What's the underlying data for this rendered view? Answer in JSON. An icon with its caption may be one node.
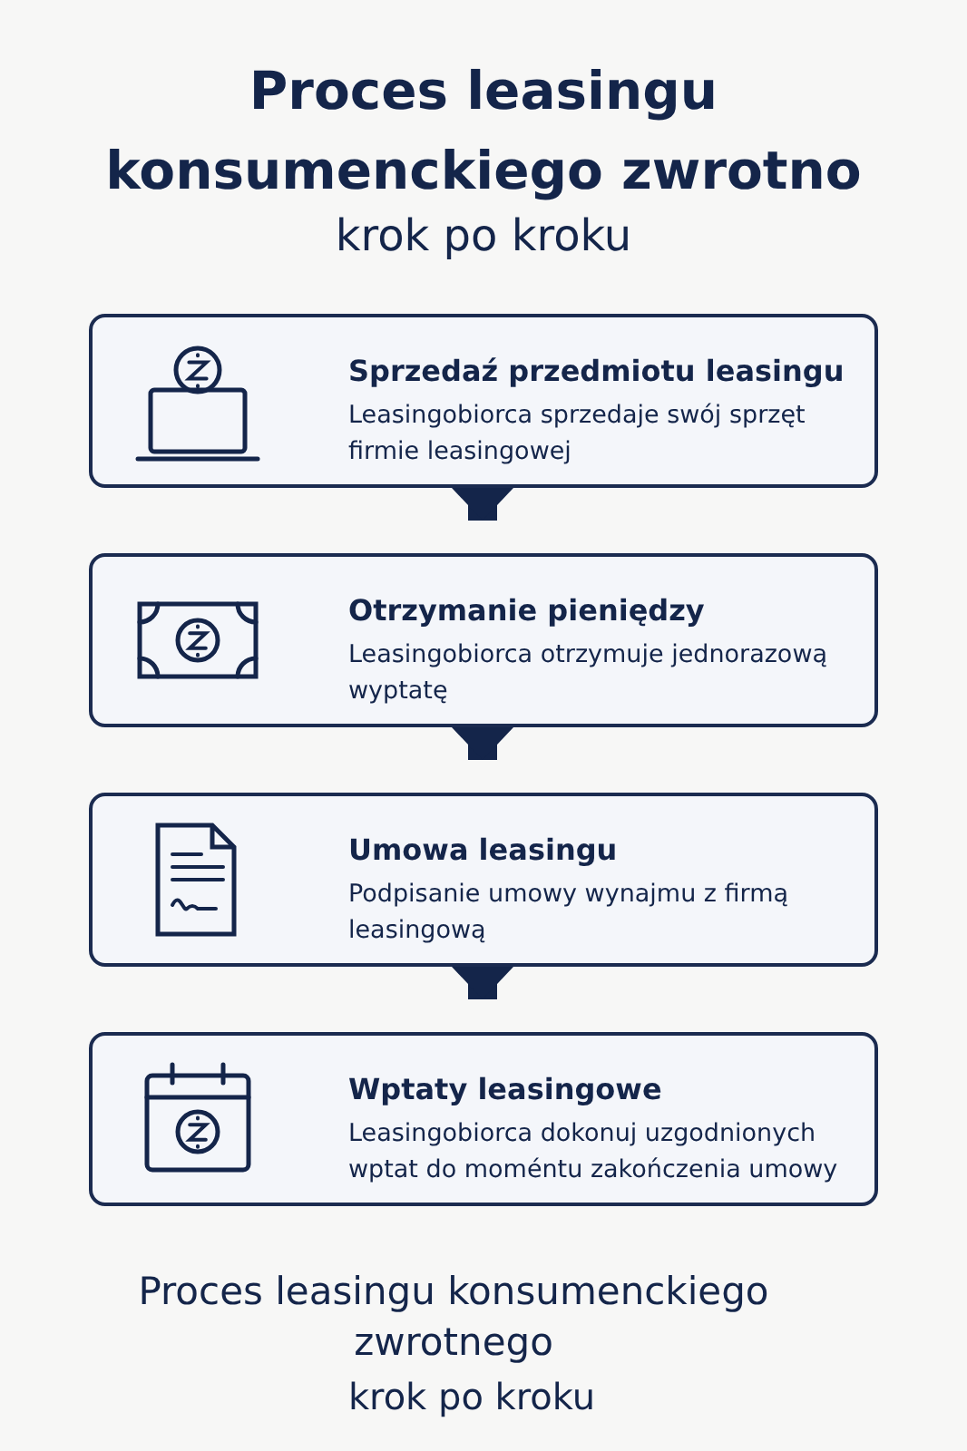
{
  "diagram": {
    "title": "Proces leasingu konsumenckiego zwrotno",
    "nodes": [
      {
        "text": [
          "Sprzedaź przedmiotu leasingu",
          "Leasingobiorca sprzedaje swój sprzęt firmie leasingowej"
        ]
      },
      {
        "text": [
          "Otrzymanie pieniędzy",
          "Leasingobiorca otrzymuje jednorazową wyptatę"
        ]
      },
      {
        "text": [
          "Umowa leasingu",
          "Podpisanie umowy wynajmu z firmą leasingową"
        ]
      },
      {
        "text": [
          "Wptaty leasingowe",
          "Leasingobiorca dokonuj uzgodnionych wptat do moméntu zakończenia umowy"
        ]
      }
    ],
    "edges": [
      {
        "from": 0,
        "to": 1,
        "arrow": "to"
      },
      {
        "from": 1,
        "to": 2,
        "arrow": "to"
      },
      {
        "from": 2,
        "to": 3,
        "arrow": "to"
      }
    ],
    "labels": [
      "krok po kroku",
      "Proces leasingu konsumenckiego zwrotnego",
      "krok po kroku"
    ]
  }
}
